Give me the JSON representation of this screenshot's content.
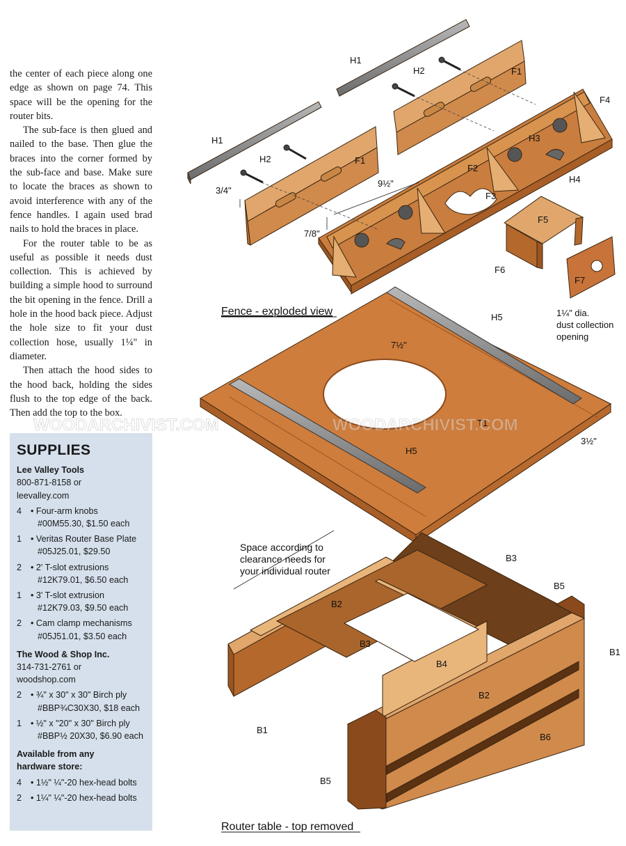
{
  "article": {
    "paragraphs": [
      "the center of each piece along one edge as shown on page 74. This space will be the opening for the router bits.",
      "The sub-face is then glued and nailed to the base. Then glue the braces into the corner formed by the sub-face and base. Make sure to locate the braces as shown to avoid interference with any of the fence handles. I again used brad nails to hold the braces in place.",
      "For the router table to be as useful as possible it needs dust collection. This is achieved by building a simple hood to surround the bit opening in the fence. Drill a hole in the hood back piece. Adjust the hole size to fit your dust collection hose, usually 1¼\" in diameter.",
      "Then attach the hood sides to the hood back, holding the sides flush to the top edge of the back. Then add the top to the box."
    ]
  },
  "supplies": {
    "title": "SUPPLIES",
    "vendors": [
      {
        "name": "Lee Valley Tools",
        "contact": [
          "800-871-8158 or",
          "leevalley.com"
        ],
        "items": [
          {
            "qty": "4",
            "lines": [
              "• Four-arm knobs",
              "#00M55.30, $1.50 each"
            ]
          },
          {
            "qty": "1",
            "lines": [
              "• Veritas Router Base Plate",
              "#05J25.01, $29.50"
            ]
          },
          {
            "qty": "2",
            "lines": [
              "• 2' T-slot extrusions",
              "#12K79.01, $6.50 each"
            ]
          },
          {
            "qty": "1",
            "lines": [
              "• 3' T-slot extrusion",
              "#12K79.03, $9.50 each"
            ]
          },
          {
            "qty": "2",
            "lines": [
              "• Cam clamp mechanisms",
              "#05J51.01, $3.50 each"
            ]
          }
        ]
      },
      {
        "name": "The Wood & Shop Inc.",
        "contact": [
          "314-731-2761 or",
          "woodshop.com"
        ],
        "items": [
          {
            "qty": "2",
            "lines": [
              "• ¾\" x 30\" x 30\" Birch ply",
              "#BBP¾C30X30, $18 each"
            ]
          },
          {
            "qty": "1",
            "lines": [
              "• ½\" x \"20\" x 30\" Birch ply",
              "#BBP½ 20X30, $6.90 each"
            ]
          }
        ]
      },
      {
        "name": "Available from any hardware store:",
        "contact": [],
        "items": [
          {
            "qty": "4",
            "lines": [
              "• 1½\" ¼\"-20 hex-head bolts"
            ]
          },
          {
            "qty": "2",
            "lines": [
              "• 1¼\" ¼\"-20 hex-head bolts"
            ]
          }
        ]
      }
    ]
  },
  "diagrams": {
    "fence_caption": "Fence - exploded view",
    "table_caption": "Router table - top removed",
    "watermark": "WOODARCHIVIST.COM",
    "fence_labels": {
      "h1a": "H1",
      "h1b": "H1",
      "h2a": "H2",
      "h2b": "H2",
      "f1a": "F1",
      "f1b": "F1",
      "f2": "F2",
      "f3": "F3",
      "f4": "F4",
      "f5": "F5",
      "f6": "F6",
      "f7": "F7",
      "h3": "H3",
      "h4": "H4",
      "dim_34": "3/4\"",
      "dim_78": "7/8\"",
      "dim_912": "9½\""
    },
    "dust_note": [
      "1¼\" dia.",
      "dust collection",
      "opening"
    ],
    "top_labels": {
      "h5a": "H5",
      "h5b": "H5",
      "t1": "T1",
      "dim_712": "7½\"",
      "dim_312": "3½\""
    },
    "base_note": [
      "Space according to",
      "clearance needs for",
      "your individual router"
    ],
    "base_labels": {
      "b1a": "B1",
      "b1b": "B1",
      "b2a": "B2",
      "b2b": "B2",
      "b3a": "B3",
      "b3b": "B3",
      "b4": "B4",
      "b5a": "B5",
      "b5b": "B5",
      "b6": "B6"
    }
  }
}
